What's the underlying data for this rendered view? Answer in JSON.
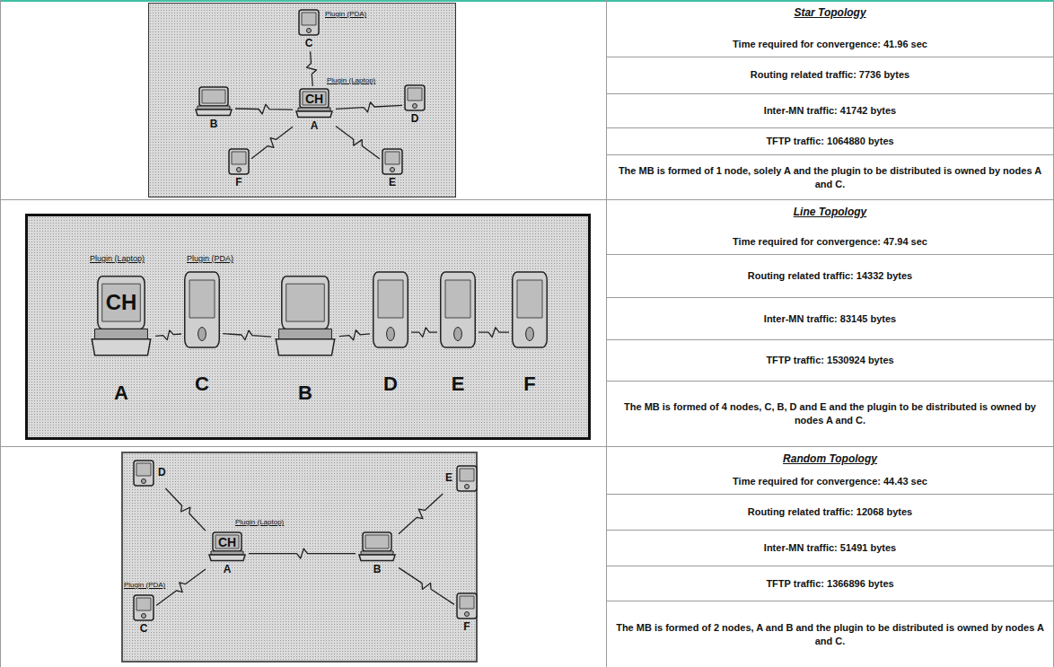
{
  "diagram": {
    "nodes": [
      {
        "text": [
          "CH",
          "A"
        ]
      },
      {
        "text": [
          "B"
        ]
      },
      {
        "text": [
          "C"
        ]
      },
      {
        "text": [
          "D"
        ]
      },
      {
        "text": [
          "E"
        ]
      },
      {
        "text": [
          "F"
        ]
      },
      {
        "text": [
          "CH",
          "A"
        ]
      },
      {
        "text": [
          "C"
        ]
      },
      {
        "text": [
          "B"
        ]
      },
      {
        "text": [
          "D"
        ]
      },
      {
        "text": [
          "E"
        ]
      },
      {
        "text": [
          "F"
        ]
      },
      {
        "text": [
          "CH",
          "A"
        ]
      },
      {
        "text": [
          "B"
        ]
      },
      {
        "text": [
          "C"
        ]
      },
      {
        "text": [
          "D"
        ]
      },
      {
        "text": [
          "E"
        ]
      },
      {
        "text": [
          "F"
        ]
      }
    ],
    "edges": [
      {
        "from": 0,
        "to": 2,
        "arrow": "none"
      },
      {
        "from": 0,
        "to": 1,
        "arrow": "none"
      },
      {
        "from": 0,
        "to": 3,
        "arrow": "none"
      },
      {
        "from": 0,
        "to": 5,
        "arrow": "none"
      },
      {
        "from": 0,
        "to": 4,
        "arrow": "none"
      },
      {
        "from": 6,
        "to": 7,
        "arrow": "none"
      },
      {
        "from": 7,
        "to": 8,
        "arrow": "none"
      },
      {
        "from": 8,
        "to": 9,
        "arrow": "none"
      },
      {
        "from": 9,
        "to": 10,
        "arrow": "none"
      },
      {
        "from": 10,
        "to": 11,
        "arrow": "none"
      },
      {
        "from": 12,
        "to": 15,
        "arrow": "none"
      },
      {
        "from": 12,
        "to": 14,
        "arrow": "none"
      },
      {
        "from": 12,
        "to": 13,
        "arrow": "none"
      },
      {
        "from": 13,
        "to": 16,
        "arrow": "none"
      },
      {
        "from": 13,
        "to": 17,
        "arrow": "none"
      }
    ],
    "labels": [
      "Plugin (PDA)",
      "Plugin (Laptop)",
      "Star Topology",
      "Time required for convergence: 41.96 sec",
      "Routing related traffic: 7736 bytes",
      "Inter-MN traffic: 41742 bytes",
      "TFTP traffic: 1064880 bytes",
      "The MB is formed of 1 node, solely A and the plugin to be distributed is owned by nodes A and C.",
      "Plugin (Laptop)",
      "Plugin (PDA)",
      "Line Topology",
      "Time required for convergence: 47.94 sec",
      "Routing related traffic: 14332 bytes",
      "Inter-MN traffic: 83145 bytes",
      "TFTP traffic: 1530924 bytes",
      "The MB is formed of 4 nodes, C, B, D and E and the plugin to be distributed is owned by nodes A and C.",
      "Plugin (Laptop)",
      "Plugin (PDA)",
      "Random Topology",
      "Time required for convergence: 44.43 sec",
      "Routing related traffic: 12068 bytes",
      "Inter-MN traffic: 51491 bytes",
      "TFTP traffic: 1366896 bytes",
      "The MB is formed of 2 nodes, A and B and the plugin to be distributed is owned by nodes A and C."
    ]
  }
}
